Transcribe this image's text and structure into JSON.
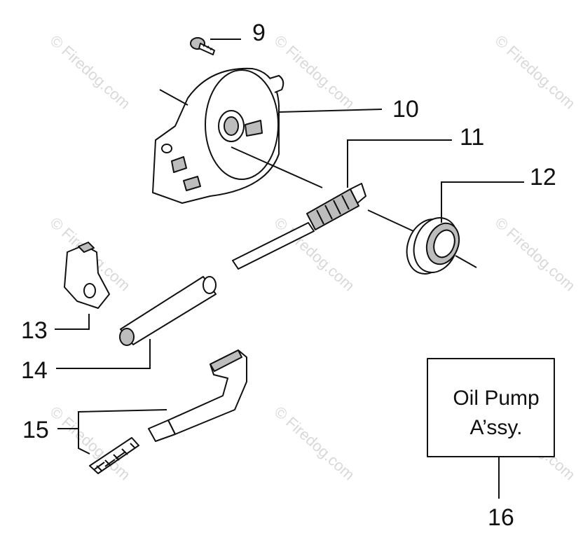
{
  "watermark": "© Firedog.com",
  "callouts": [
    "9",
    "10",
    "11",
    "12",
    "13",
    "14",
    "15",
    "16"
  ],
  "assembly_box": {
    "line1": "Oil Pump",
    "line2": "A’ssy."
  },
  "colors": {
    "ink": "#111111",
    "watermark": "#d9d9d9",
    "shade": "#bdbdbd"
  }
}
